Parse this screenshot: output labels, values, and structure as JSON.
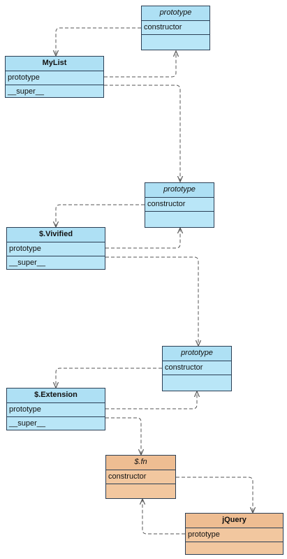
{
  "diagram": {
    "colors": {
      "blue_fill": "#b9e6f7",
      "orange_fill": "#f2c79f",
      "border": "#2b3f55",
      "connector": "#555555"
    },
    "mylist": {
      "title": "MyList",
      "fields": [
        "prototype",
        "__super__"
      ]
    },
    "mylist_proto": {
      "title": "prototype",
      "fields": [
        "constructor"
      ]
    },
    "vivified": {
      "title": "$.Vivified",
      "fields": [
        "prototype",
        "__super__"
      ]
    },
    "vivified_proto": {
      "title": "prototype",
      "fields": [
        "constructor"
      ]
    },
    "extension": {
      "title": "$.Extension",
      "fields": [
        "prototype",
        "__super__"
      ]
    },
    "extension_proto": {
      "title": "prototype",
      "fields": [
        "constructor"
      ]
    },
    "fn": {
      "title": "$.fn",
      "fields": [
        "constructor"
      ]
    },
    "jquery": {
      "title": "jQuery",
      "fields": [
        "prototype"
      ]
    }
  }
}
